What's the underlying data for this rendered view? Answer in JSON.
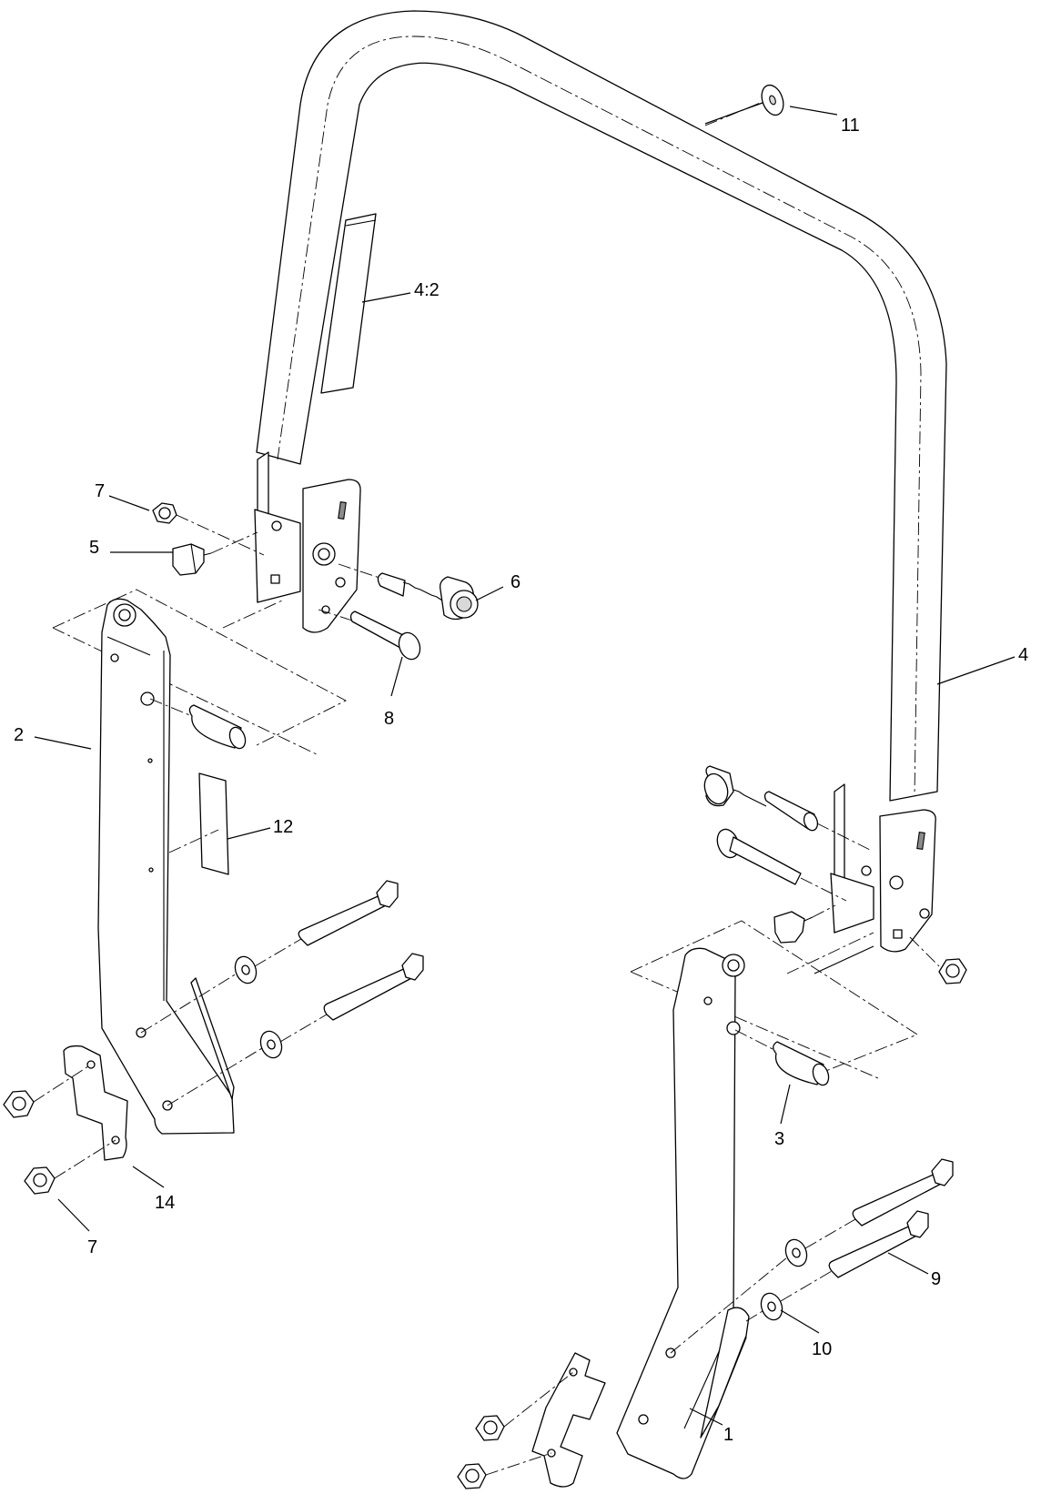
{
  "diagram": {
    "callouts": [
      {
        "id": "c1",
        "label": "1"
      },
      {
        "id": "c2",
        "label": "2"
      },
      {
        "id": "c3",
        "label": "3"
      },
      {
        "id": "c4",
        "label": "4"
      },
      {
        "id": "c4-2",
        "label": "4:2"
      },
      {
        "id": "c5",
        "label": "5"
      },
      {
        "id": "c6",
        "label": "6"
      },
      {
        "id": "c7a",
        "label": "7"
      },
      {
        "id": "c7b",
        "label": "7"
      },
      {
        "id": "c8",
        "label": "8"
      },
      {
        "id": "c9",
        "label": "9"
      },
      {
        "id": "c10",
        "label": "10"
      },
      {
        "id": "c11",
        "label": "11"
      },
      {
        "id": "c12",
        "label": "12"
      },
      {
        "id": "c14",
        "label": "14"
      }
    ]
  }
}
